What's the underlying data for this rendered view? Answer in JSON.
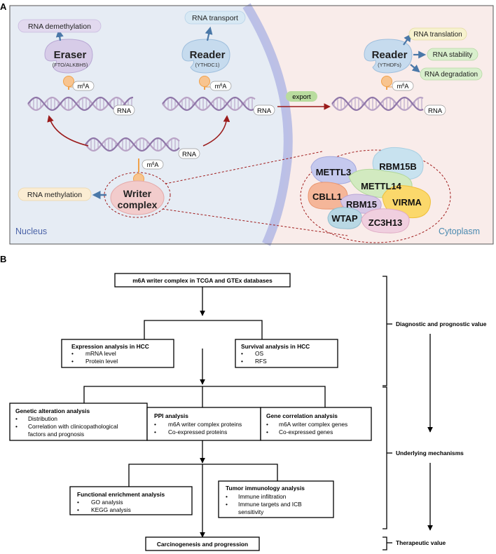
{
  "panel_a": {
    "label": "A",
    "nucleus_label": "Nucleus",
    "cytoplasm_label": "Cytoplasm",
    "eraser": {
      "title": "Eraser",
      "subtitle": "(FTO/ALKBH5)",
      "outcome": "RNA demethylation"
    },
    "reader_nucleus": {
      "title": "Reader",
      "subtitle": "(YTHDC1)",
      "outcome": "RNA transport"
    },
    "reader_cytoplasm": {
      "title": "Reader",
      "subtitle": "(YTHDFs)",
      "outcomes": [
        "RNA translation",
        "RNA stability",
        "RNA degradation"
      ]
    },
    "writer": {
      "title_line1": "Writer",
      "title_line2": "complex",
      "outcome": "RNA methylation"
    },
    "mark_base": "m",
    "mark_sup": "6",
    "mark_end": "A",
    "rna_label": "RNA",
    "export_label": "export",
    "complex_components": [
      "METTL3",
      "RBM15B",
      "METTL14",
      "CBLL1",
      "RBM15",
      "VIRMA",
      "WTAP",
      "ZC3H13"
    ],
    "colors": {
      "nucleus_bg": "#e6ecf4",
      "cytoplasm_bg": "#f9ecea",
      "eraser": "#cbbbe0",
      "reader": "#b9d3ea",
      "writer": "#f2c9c9",
      "arrow": "#9b1b1b",
      "export": "#b9dc9e"
    }
  },
  "panel_b": {
    "label": "B",
    "top_box": "m6A writer complex in TCGA and GTEx databases",
    "expression": {
      "title": "Expression analysis in HCC",
      "items": [
        "mRNA level",
        "Protein level"
      ]
    },
    "survival": {
      "title": "Survival analysis in HCC",
      "items": [
        "OS",
        "RFS"
      ]
    },
    "genetic": {
      "title": "Genetic alteration analysis",
      "items": [
        "Distribution",
        "Correlation with clinicopathological",
        "factors and prognosis"
      ]
    },
    "ppi": {
      "title": "PPI analysis",
      "items": [
        "m6A writer complex proteins",
        "Co-expressed proteins"
      ]
    },
    "gene_correlation": {
      "title": "Gene correlation analysis",
      "items": [
        "m6A writer complex genes",
        "Co-expressed genes"
      ]
    },
    "functional": {
      "title": "Functional enrichment analysis",
      "items": [
        "GO analysis",
        "KEGG analysis"
      ]
    },
    "tumor": {
      "title": "Tumor immunology analysis",
      "items": [
        "Immune infiltration",
        "Immune targets and ICB",
        "sensitivity"
      ]
    },
    "bottom_box": "Carcinogenesis and progression",
    "brackets": [
      "Diagnostic and prognostic value",
      "Underlying mechanisms",
      "Therapeutic value"
    ]
  }
}
